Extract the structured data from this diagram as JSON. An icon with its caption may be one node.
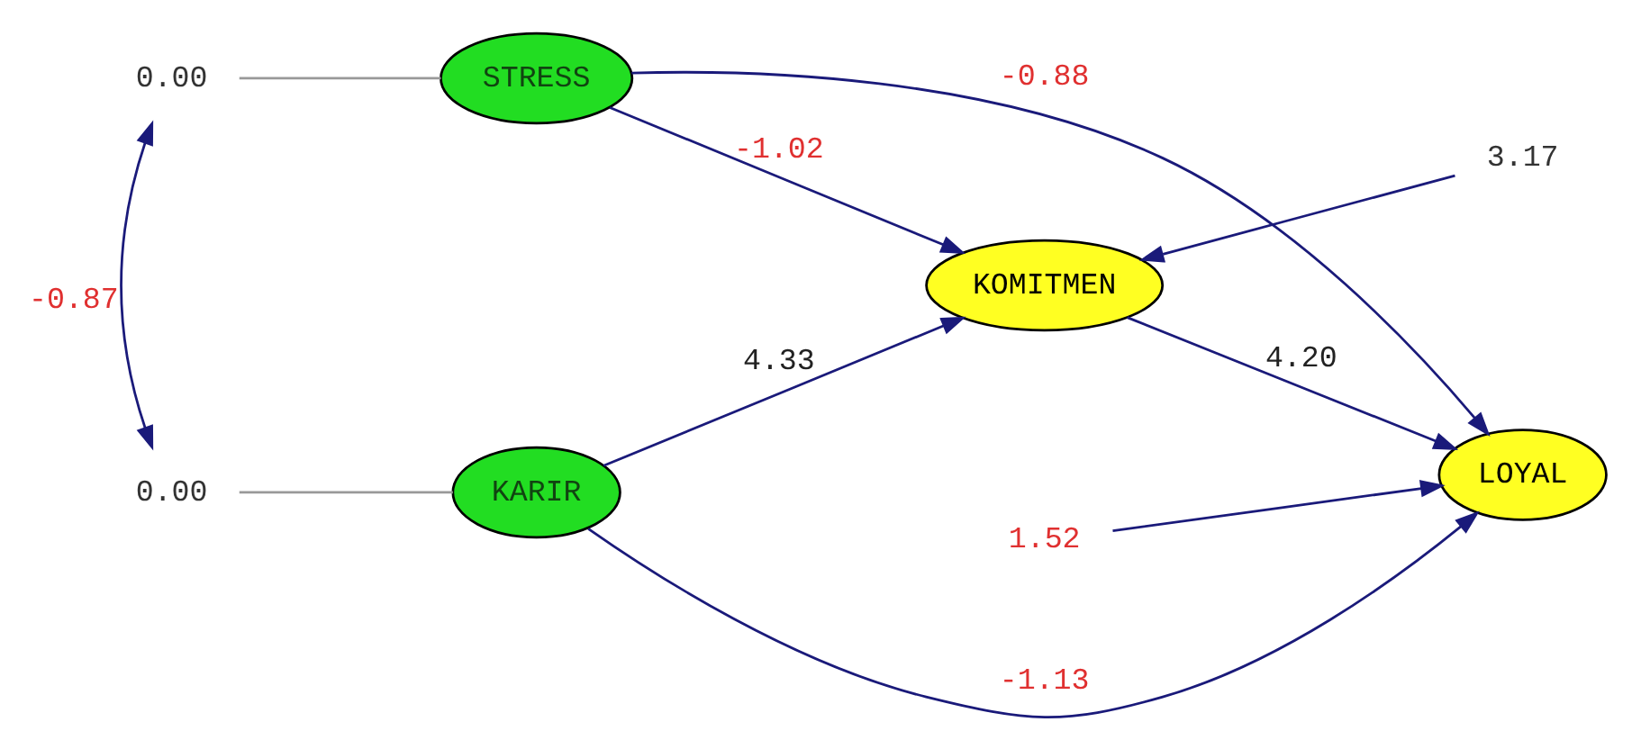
{
  "diagram": {
    "nodes": [
      {
        "text": [
          "0.00"
        ]
      },
      {
        "text": [
          "STRESS"
        ]
      },
      {
        "text": [
          "KOMITMEN"
        ]
      },
      {
        "text": [
          "3.17"
        ]
      },
      {
        "text": [
          "0.00"
        ]
      },
      {
        "text": [
          "KARIR"
        ]
      },
      {
        "text": [
          "LOYAL"
        ]
      },
      {
        "text": [
          "1.52"
        ]
      }
    ],
    "edges": [
      {
        "from": 0,
        "to": 1,
        "arrow": "none",
        "color": "#999999"
      },
      {
        "from": 4,
        "to": 5,
        "arrow": "none",
        "color": "#999999"
      },
      {
        "from": 0,
        "to": 4,
        "arrow": "both",
        "label": "-0.87"
      },
      {
        "from": 1,
        "to": 2,
        "arrow": "to",
        "label": "-1.02"
      },
      {
        "from": 1,
        "to": 6,
        "arrow": "to",
        "label": "-0.88"
      },
      {
        "from": 5,
        "to": 2,
        "arrow": "to",
        "label": "4.33"
      },
      {
        "from": 2,
        "to": 6,
        "arrow": "to",
        "label": "4.20"
      },
      {
        "from": 5,
        "to": 6,
        "arrow": "to",
        "label": "-1.13"
      },
      {
        "from": 3,
        "to": 2,
        "arrow": "to"
      },
      {
        "from": 7,
        "to": 6,
        "arrow": "to"
      }
    ]
  }
}
